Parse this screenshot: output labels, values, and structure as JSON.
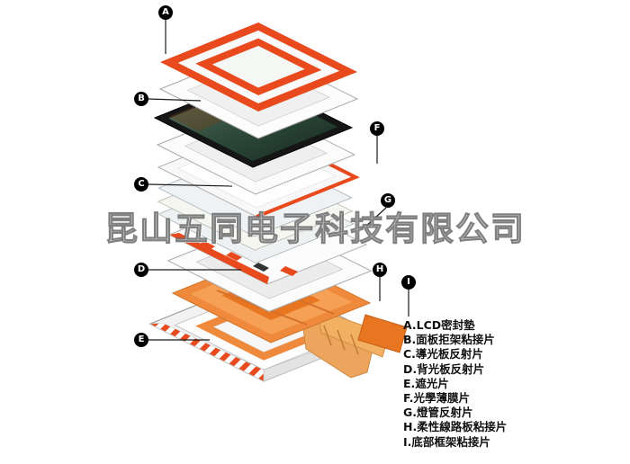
{
  "watermark": "昆山五同电子科技有限公司",
  "labels": [
    "A",
    "B",
    "C",
    "D",
    "E",
    "F",
    "G",
    "H",
    "I"
  ],
  "legend": {
    "items": [
      "A.LCD密封墊",
      "B.面板拒架粘接片",
      "C.導光板反射片",
      "D.背光板反射片",
      "E.遮光片",
      "F.光學薄膜片",
      "G.燈管反射片",
      "H.柔性線路板粘接片",
      "I.底部框架粘接片"
    ]
  },
  "colors": {
    "accent_orange": "#e8491d",
    "flex_orange": "#ef8a3c",
    "screen_green": "#2e4a3a",
    "callout_bg": "#000000"
  }
}
